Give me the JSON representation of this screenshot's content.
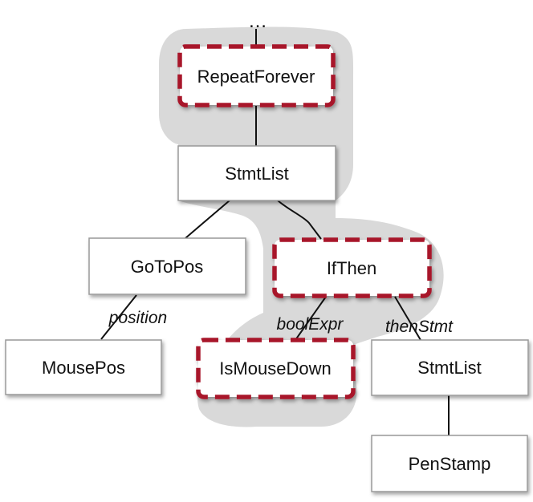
{
  "ellipsis": "…",
  "nodes": {
    "repeat_forever": "RepeatForever",
    "stmt_list_top": "StmtList",
    "go_to_pos": "GoToPos",
    "if_then": "IfThen",
    "mouse_pos": "MousePos",
    "is_mouse_down": "IsMouseDown",
    "stmt_list_bottom": "StmtList",
    "pen_stamp": "PenStamp"
  },
  "edge_labels": {
    "position": "position",
    "bool_expr": "boolExpr",
    "then_stmt": "thenStmt"
  },
  "colors": {
    "highlight_region": "#d9d9d9",
    "dashed_border": "#a8182c",
    "node_border": "#999999",
    "node_fill": "#ffffff",
    "edge": "#111111"
  }
}
